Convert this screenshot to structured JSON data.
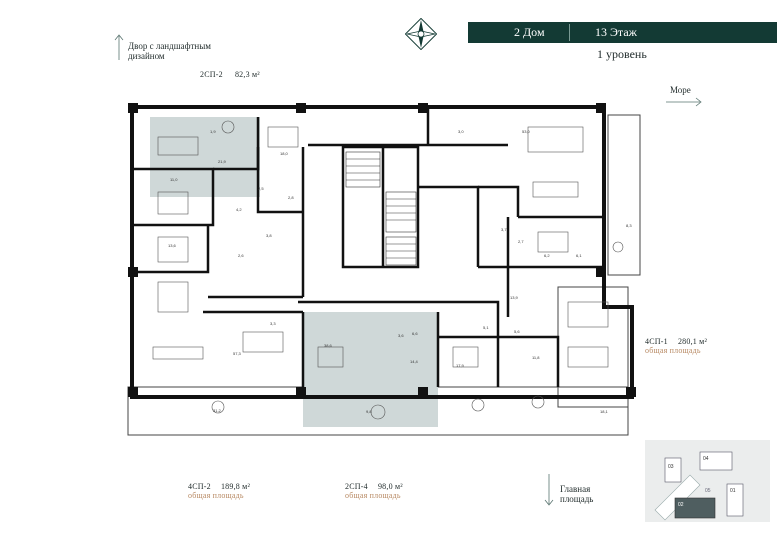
{
  "header": {
    "building": "2 Дом",
    "floor": "13 Этаж",
    "level": "1 уровень"
  },
  "orientation": {
    "courtyard_line1": "Двор с ландшафтным",
    "courtyard_line2": "дизайном",
    "sea": "Море",
    "square_line1": "Главная",
    "square_line2": "площадь"
  },
  "units": {
    "u2sp2": {
      "code": "2СП-2",
      "area": "82,3 м²"
    },
    "u4sp1": {
      "code": "4СП-1",
      "area": "280,1 м²",
      "caption": "общая площадь"
    },
    "u4sp2": {
      "code": "4СП-2",
      "area": "189,8 м²",
      "caption": "общая площадь"
    },
    "u2sp4": {
      "code": "2СП-4",
      "area": "98,0 м²",
      "caption": "общая площадь"
    }
  },
  "rooms": {
    "r1": "1,9",
    "r2": "21,9",
    "r3": "18,0",
    "r4": "11,0",
    "r5": "2,5",
    "r6": "2,8",
    "r7": "4,2",
    "r8": "13,6",
    "r9": "3,8",
    "r10": "2,6",
    "r11": "57,3",
    "r12": "3,3",
    "r13": "31,2",
    "r14": "9,8",
    "r15": "3,6",
    "r16": "38,6",
    "r17": "14,4",
    "r18": "6,6",
    "r19": "3,0",
    "r20": "53,0",
    "r21": "2,7",
    "r22": "3,7",
    "r23": "6,2",
    "r24": "6,1",
    "r25": "8,3",
    "r26": "13,9",
    "r27": "17,9",
    "r28": "11,8",
    "r29": "18,1",
    "r30": "5,6",
    "r31": "5,1"
  },
  "keyplan": {
    "b03": "03",
    "b04": "04",
    "b01": "01",
    "b02": "02",
    "b05": "05"
  }
}
